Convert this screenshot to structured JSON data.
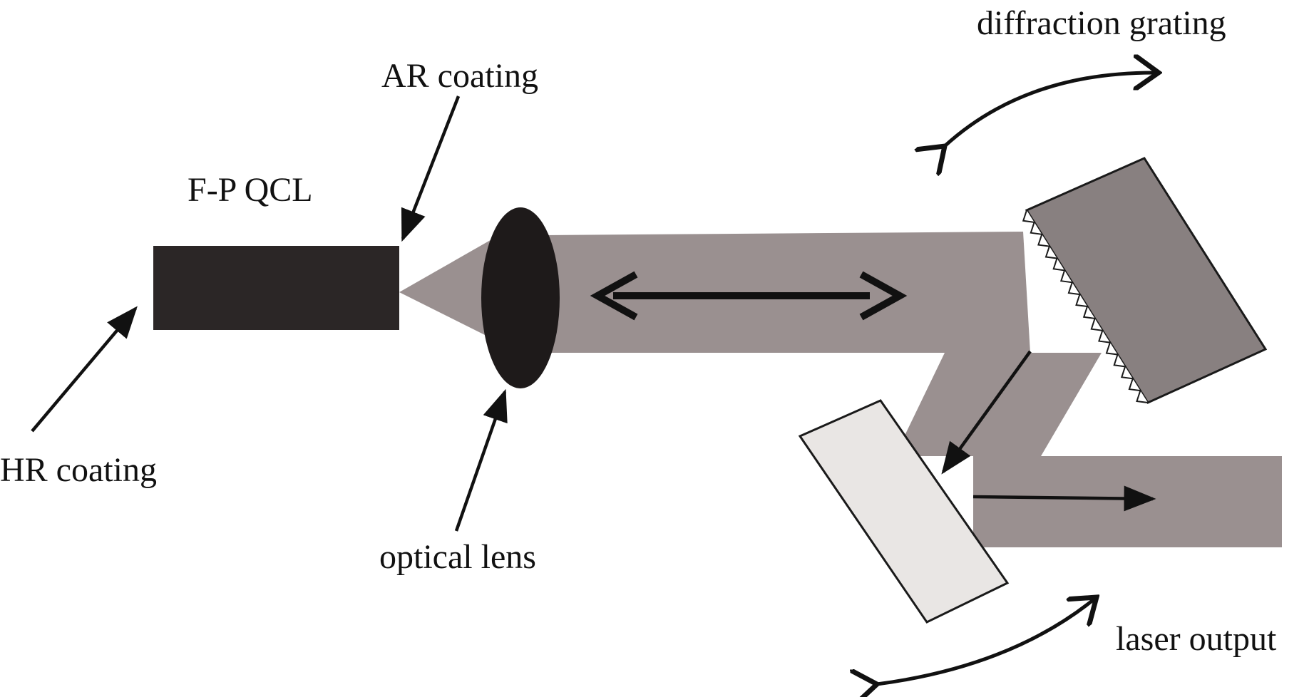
{
  "labels": {
    "diffraction_grating": "diffraction grating",
    "ar_coating": "AR coating",
    "fp_qcl": "F-P QCL",
    "hr_coating": "HR coating",
    "optical_lens": "optical lens",
    "laser_output": "laser output"
  },
  "colors": {
    "beam": "#9a9090",
    "qcl": "#2b2626",
    "lens": "#1e1a1a",
    "grating": "#888080",
    "mirror": "#e9e6e4",
    "arrow": "#111111"
  }
}
